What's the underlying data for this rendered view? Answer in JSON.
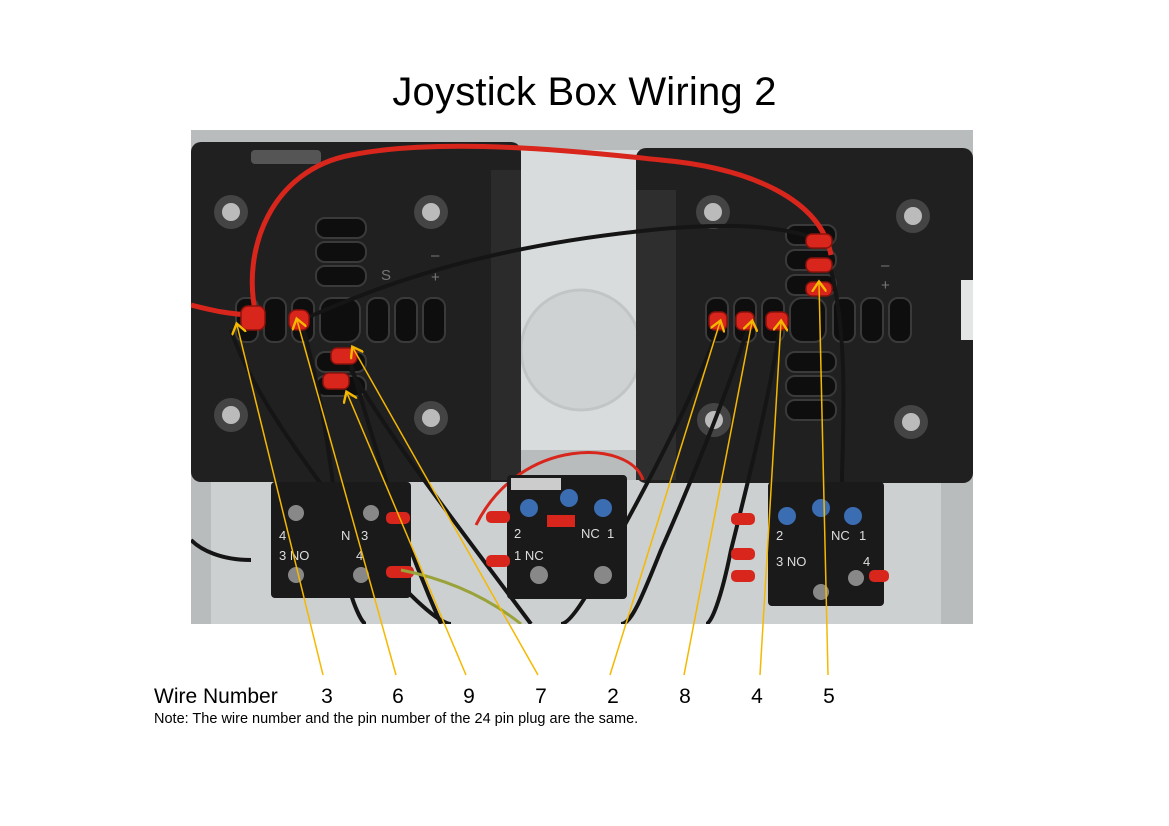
{
  "document": {
    "title": "Joystick Box Wiring 2",
    "wire_row_label": "Wire Number",
    "wire_numbers": [
      "3",
      "6",
      "9",
      "7",
      "2",
      "8",
      "4",
      "5"
    ],
    "note": "Note: The wire number and the pin number of the 24 pin plug are the same."
  },
  "photo_markings": {
    "left_switch_block": {
      "no_label": "3 NO",
      "no_pin_right": "4",
      "nc_label": "N",
      "nc_pin": "3",
      "top_left_pin": "4"
    },
    "center_switch_block": {
      "nc_label": "1 NC",
      "top_nc": "NC",
      "pin_top_left": "2",
      "pin_top_right": "1"
    },
    "right_switch_block": {
      "no_label": "3 NO",
      "no_pin_right": "4",
      "nc_label": "NC",
      "pin_top_left": "2",
      "pin_top_right": "1"
    },
    "box_legend_left": {
      "s": "S",
      "minus": "–",
      "plus": "+"
    },
    "box_legend_right": {
      "minus": "–",
      "plus": "+"
    }
  },
  "colors": {
    "callout_line": "#f5b800",
    "red_wire": "#d8261c",
    "black_plastic": "#1e1e1e",
    "grey_enclosure": "#c9cbcb"
  }
}
